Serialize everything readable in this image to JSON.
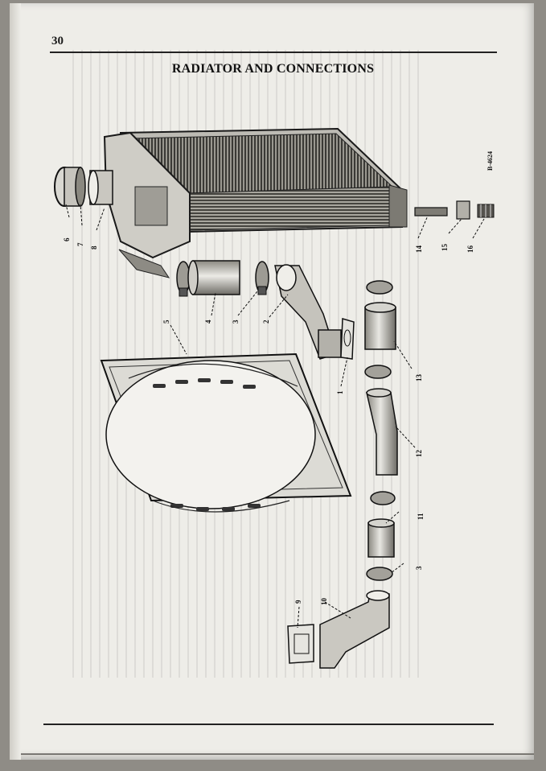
{
  "page": {
    "number": "30",
    "title": "RADIATOR AND CONNECTIONS",
    "figure_number": "B-4624"
  },
  "callouts": [
    "1",
    "2",
    "3",
    "4",
    "5",
    "6",
    "7",
    "8",
    "9",
    "10",
    "11",
    "12",
    "13",
    "14",
    "15",
    "16",
    "3"
  ]
}
